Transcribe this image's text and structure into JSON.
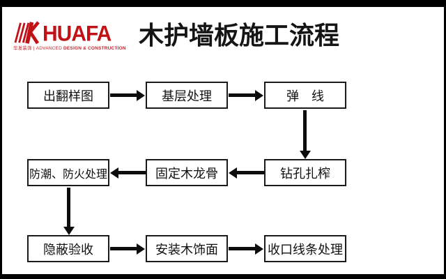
{
  "slide": {
    "background_color": "#ffffff",
    "frame_color": "#000000"
  },
  "logo": {
    "brand": "HUAFA",
    "brand_color": "#c11218",
    "icon": "huafa-k-logo",
    "tagline_cn": "华发装饰",
    "tagline_divider": "|",
    "tagline_en_light": "ADVANCED ",
    "tagline_en_bold": "DESIGN & CONSTRUCTION"
  },
  "header": {
    "title": "木护墙板施工流程"
  },
  "flowchart": {
    "box_border_color": "#1a1a1a",
    "arrow_color": "#0d0d0d",
    "steps": [
      {
        "id": 1,
        "label": "出翻样图",
        "grid": "row1-col1"
      },
      {
        "id": 2,
        "label": "基层处理",
        "grid": "row1-col2"
      },
      {
        "id": 3,
        "label": "弹　线",
        "grid": "row1-col3"
      },
      {
        "id": 4,
        "label": "钻孔扎榨",
        "grid": "row2-col3"
      },
      {
        "id": 5,
        "label": "固定木龙骨",
        "grid": "row2-col2"
      },
      {
        "id": 6,
        "label": "防潮、防火处理",
        "grid": "row2-col1"
      },
      {
        "id": 7,
        "label": "隐蔽验收",
        "grid": "row3-col1"
      },
      {
        "id": 8,
        "label": "安装木饰面",
        "grid": "row3-col2"
      },
      {
        "id": 9,
        "label": "收口线条处理",
        "grid": "row3-col3"
      }
    ],
    "connections": [
      {
        "from": 1,
        "to": 2,
        "direction": "right"
      },
      {
        "from": 2,
        "to": 3,
        "direction": "right"
      },
      {
        "from": 3,
        "to": 4,
        "direction": "down"
      },
      {
        "from": 4,
        "to": 5,
        "direction": "left"
      },
      {
        "from": 5,
        "to": 6,
        "direction": "left"
      },
      {
        "from": 6,
        "to": 7,
        "direction": "down"
      },
      {
        "from": 7,
        "to": 8,
        "direction": "right"
      },
      {
        "from": 8,
        "to": 9,
        "direction": "right"
      }
    ]
  }
}
